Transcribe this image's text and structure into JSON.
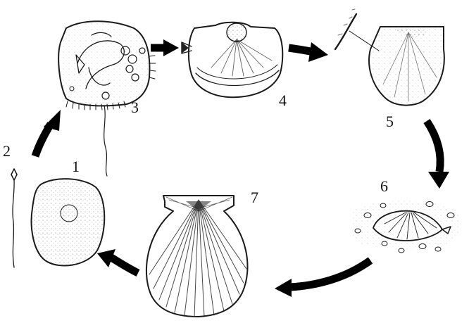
{
  "stages": [
    {
      "id": "egg",
      "label": "1"
    },
    {
      "id": "sperm",
      "label": "2"
    },
    {
      "id": "trochophore-larva",
      "label": "3"
    },
    {
      "id": "veliger-larva",
      "label": "4"
    },
    {
      "id": "settling-spat",
      "label": "5"
    },
    {
      "id": "juvenile-scallop",
      "label": "6"
    },
    {
      "id": "adult-scallop",
      "label": "7"
    }
  ],
  "colors": {
    "ink": "#1a1a1a",
    "arrow": "#000000",
    "background": "#ffffff"
  }
}
